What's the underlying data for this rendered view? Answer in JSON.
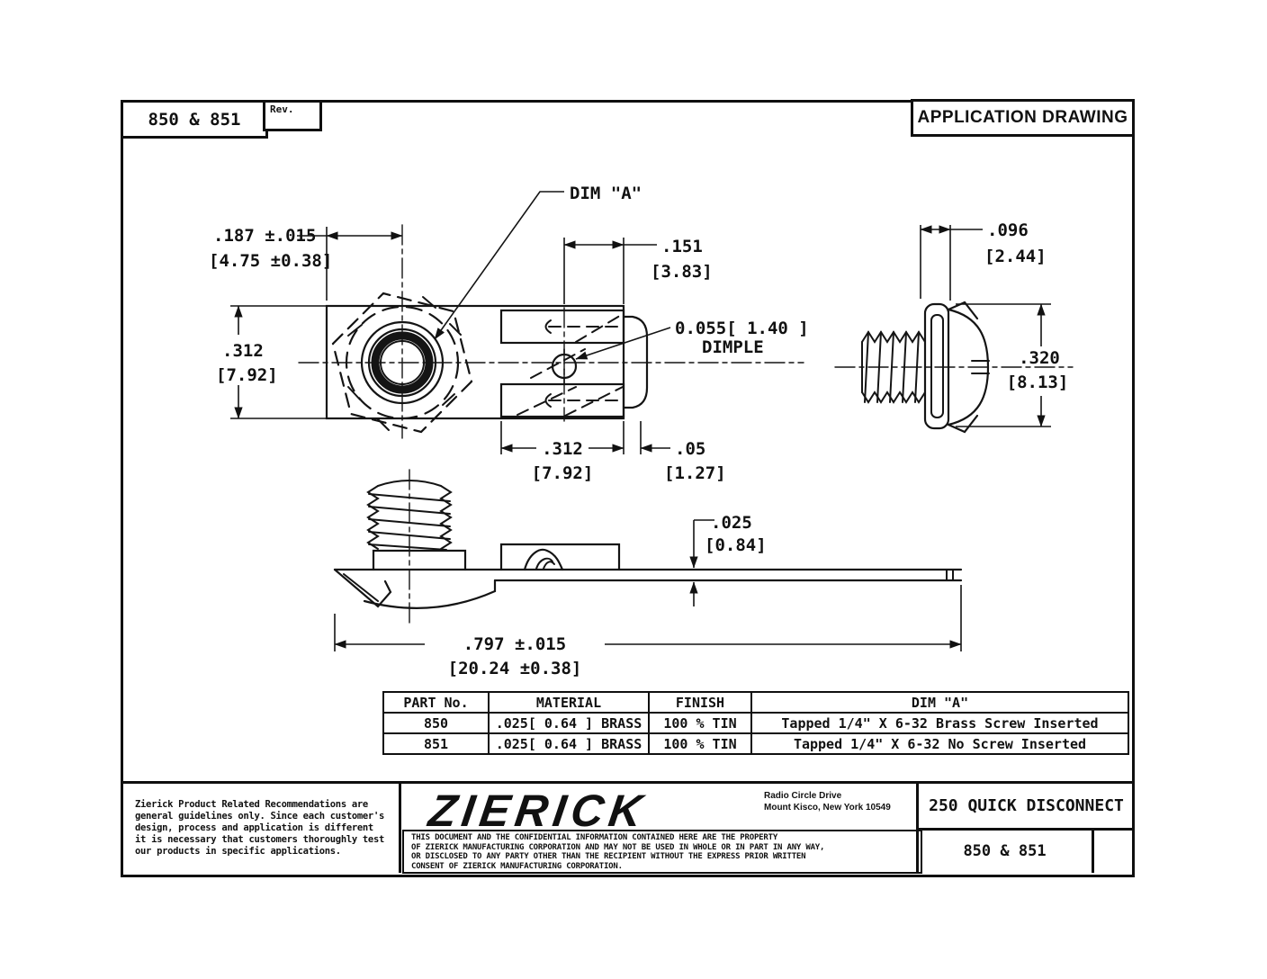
{
  "page": {
    "part_number": "850 & 851",
    "rev_label": "Rev.",
    "drawing_type": "APPLICATION DRAWING"
  },
  "views": {
    "dim_a_label": "DIM \"A\"",
    "dimple_value": "0.055[ 1.40 ]",
    "dimple_label": "DIMPLE"
  },
  "dims": {
    "pitch_in": ".187 ±.015",
    "pitch_mm": "[4.75 ±0.38]",
    "tab_in": ".151",
    "tab_mm": "[3.83]",
    "height_in": ".312",
    "height_mm": "[7.92]",
    "body_in": ".312",
    "body_mm": "[7.92]",
    "offset_in": ".05",
    "offset_mm": "[1.27]",
    "head_in": ".096",
    "head_mm": "[2.44]",
    "screw_in": ".320",
    "screw_mm": "[8.13]",
    "thick_in": ".025",
    "thick_mm": "[0.84]",
    "length_in": ".797 ±.015",
    "length_mm": "[20.24 ±0.38]"
  },
  "table": {
    "headers": [
      "PART No.",
      "MATERIAL",
      "FINISH",
      "DIM \"A\""
    ],
    "rows": [
      [
        "850",
        ".025[ 0.64 ] BRASS",
        "100 % TIN",
        "Tapped 1/4\" X 6-32 Brass Screw Inserted"
      ],
      [
        "851",
        ".025[ 0.64 ] BRASS",
        "100 % TIN",
        "Tapped 1/4\" X 6-32 No Screw Inserted"
      ]
    ]
  },
  "title_block": {
    "disclaimer_lines": [
      "Zierick Product Related Recommendations are",
      "general guidelines only. Since each customer's",
      "design, process and application is different",
      "it is necessary that customers thoroughly test",
      "our products in specific applications."
    ],
    "company": "ZIERICK",
    "address_lines": [
      "Radio Circle Drive",
      "Mount Kisco, New York 10549"
    ],
    "confidential_lines": [
      "THIS DOCUMENT AND THE CONFIDENTIAL INFORMATION CONTAINED HERE ARE THE PROPERTY",
      "OF ZIERICK MANUFACTURING CORPORATION AND MAY NOT BE USED IN WHOLE OR IN PART IN ANY WAY,",
      "OR DISCLOSED TO ANY PARTY OTHER THAN THE RECIPIENT WITHOUT THE EXPRESS PRIOR WRITTEN",
      "CONSENT OF ZIERICK MANUFACTURING CORPORATION."
    ],
    "product_title": "250 QUICK DISCONNECT",
    "part_number": "850 & 851"
  }
}
